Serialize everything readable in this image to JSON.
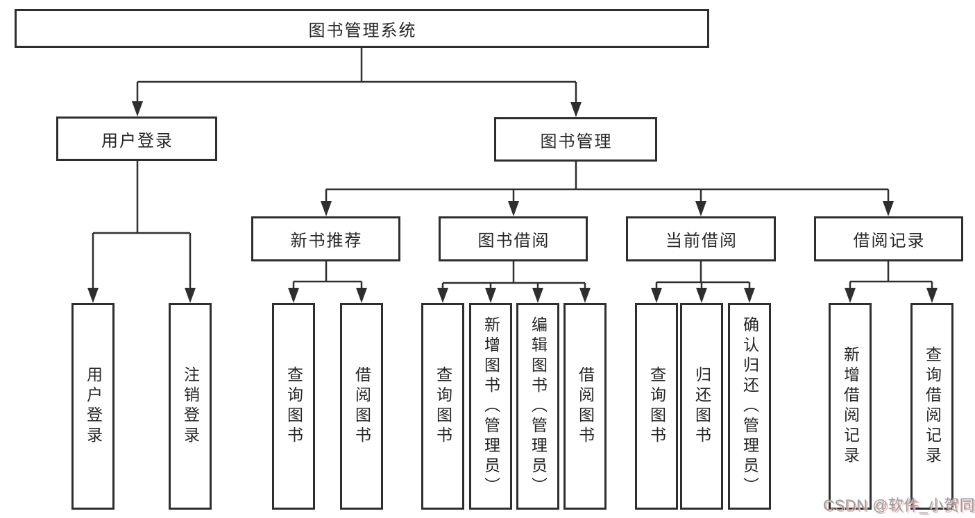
{
  "diagram": {
    "title": "图书管理系统",
    "watermark": "CSDN @软件_小贺同学",
    "colors": {
      "line": "#2e2e2e",
      "text": "#262626",
      "box_background": "#ffffff",
      "watermark_gray": "#9c9c9c",
      "watermark_red_shadow": "#e8b7b7"
    },
    "tree": {
      "root": {
        "label": "图书管理系统"
      },
      "branches": [
        {
          "label": "用户登录",
          "children": [
            {
              "label": "用户登录"
            },
            {
              "label": "注销登录"
            }
          ]
        },
        {
          "label": "图书管理",
          "children": [
            {
              "label": "新书推荐",
              "children": [
                {
                  "label": "查询图书"
                },
                {
                  "label": "借阅图书"
                }
              ]
            },
            {
              "label": "图书借阅",
              "children": [
                {
                  "label": "查询图书"
                },
                {
                  "label": "新增图书（管理员）"
                },
                {
                  "label": "编辑图书（管理员）"
                },
                {
                  "label": "借阅图书"
                }
              ]
            },
            {
              "label": "当前借阅",
              "children": [
                {
                  "label": "查询图书"
                },
                {
                  "label": "归还图书"
                },
                {
                  "label": "确认归还（管理员）"
                }
              ]
            },
            {
              "label": "借阅记录",
              "children": [
                {
                  "label": "新增借阅记录"
                },
                {
                  "label": "查询借阅记录"
                }
              ]
            }
          ]
        }
      ]
    }
  }
}
